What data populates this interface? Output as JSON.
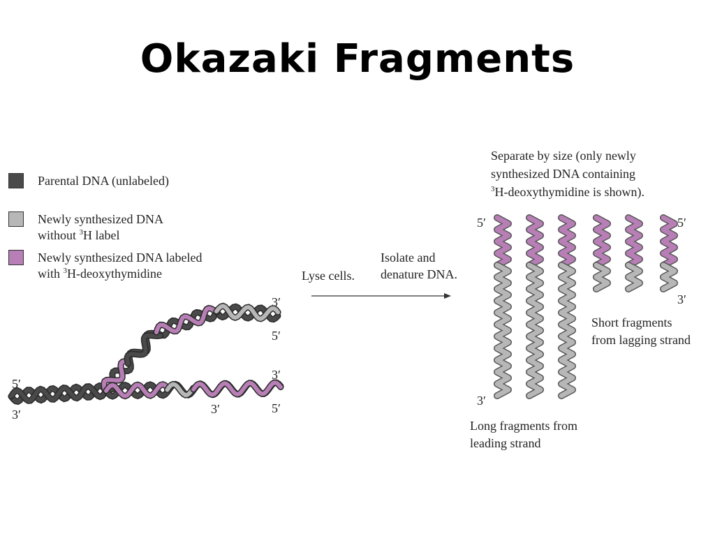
{
  "title": "Okazaki Fragments",
  "colors": {
    "parental": "#4a4a4a",
    "unlabeled_new": "#b7b7b7",
    "labeled_new": "#b77fb5"
  },
  "legend": [
    {
      "key": "parental",
      "lines": [
        "Parental DNA (unlabeled)"
      ]
    },
    {
      "key": "unlabeled_new",
      "line1": "Newly synthesized DNA",
      "line2_pre": "without ",
      "sup": "3",
      "line2_post": "H label"
    },
    {
      "key": "labeled_new",
      "line1": "Newly synthesized DNA labeled",
      "line2_pre": "with ",
      "sup": "3",
      "line2_post": "H-deoxythymidine"
    }
  ],
  "steps": {
    "lyse": "Lyse cells.",
    "isolate_line1": "Isolate and",
    "isolate_line2": "denature DNA."
  },
  "separate": {
    "line1": "Separate by size (only newly",
    "line2": "synthesized DNA containing",
    "line3_sup": "3",
    "line3": "H-deoxythymidine is shown)."
  },
  "end_labels": {
    "three_prime": "3′",
    "five_prime": "5′"
  },
  "captions": {
    "long_line1": "Long fragments from",
    "long_line2": "leading strand",
    "short_line1": "Short fragments",
    "short_line2": "from lagging strand"
  }
}
